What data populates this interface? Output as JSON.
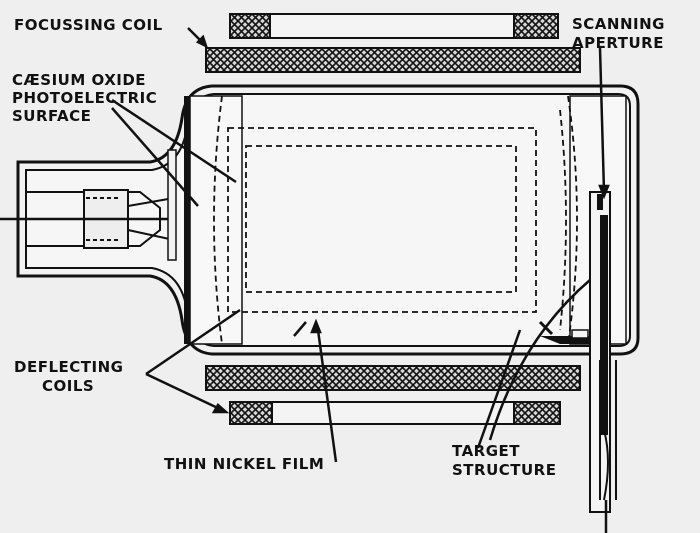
{
  "labels": {
    "focussing_coil": "FOCUSSING COIL",
    "scanning_aperture_1": "SCANNING",
    "scanning_aperture_2": "APERTURE",
    "caesium_1": "CÆSIUM OXIDE",
    "caesium_2": "PHOTOELECTRIC",
    "caesium_3": "SURFACE",
    "deflecting_1": "DEFLECTING",
    "deflecting_2": "COILS",
    "thin_nickel_film": "THIN NICKEL FILM",
    "target_1": "TARGET",
    "target_2": "STRUCTURE"
  },
  "colors": {
    "background": "#efefef",
    "ink": "#111111",
    "coil_fill": "#cfcfcf"
  }
}
